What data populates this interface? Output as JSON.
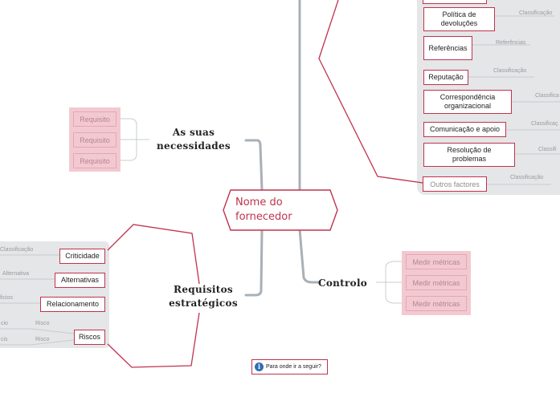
{
  "central": {
    "title": "Nome do fornecedor"
  },
  "branches": {
    "needs": {
      "title": "As suas necessidades",
      "items": [
        "Requisito",
        "Requisito",
        "Requisito"
      ]
    },
    "strategic": {
      "title": "Requisitos estratégicos",
      "items": [
        {
          "label": "Criticidade",
          "note": "Classificação"
        },
        {
          "label": "Alternativas",
          "note": "Alternativa"
        },
        {
          "label": "Relacionamento",
          "note": "ficios"
        },
        {
          "label": "Riscos",
          "notes": [
            "cio",
            "Risco",
            "cis",
            "Risco"
          ]
        }
      ]
    },
    "control": {
      "title": "Controlo",
      "items": [
        "Medir métricas",
        "Medir métricas",
        "Medir métricas"
      ]
    },
    "right": {
      "items": [
        {
          "label": "Política de devoluções",
          "note": "Classificação"
        },
        {
          "label": "Referências",
          "note": "Referências"
        },
        {
          "label": "Reputação",
          "note": "Classificação"
        },
        {
          "label": "Correspondência organizacional",
          "note": "Classifica"
        },
        {
          "label": "Comunicação e apoio",
          "note": "Classificaç"
        },
        {
          "label": "Resolução de problemas",
          "note": "Classifi"
        },
        {
          "label": "Outros factores",
          "note": "Classificação"
        }
      ]
    }
  },
  "footer": {
    "info_label": "Para onde ir a seguir?",
    "info_icon": "info-icon"
  },
  "colors": {
    "accent": "#c0334d",
    "connector": "#a9b0b8",
    "pink": "#f3c9d1",
    "panel": "#e4e6e8"
  }
}
